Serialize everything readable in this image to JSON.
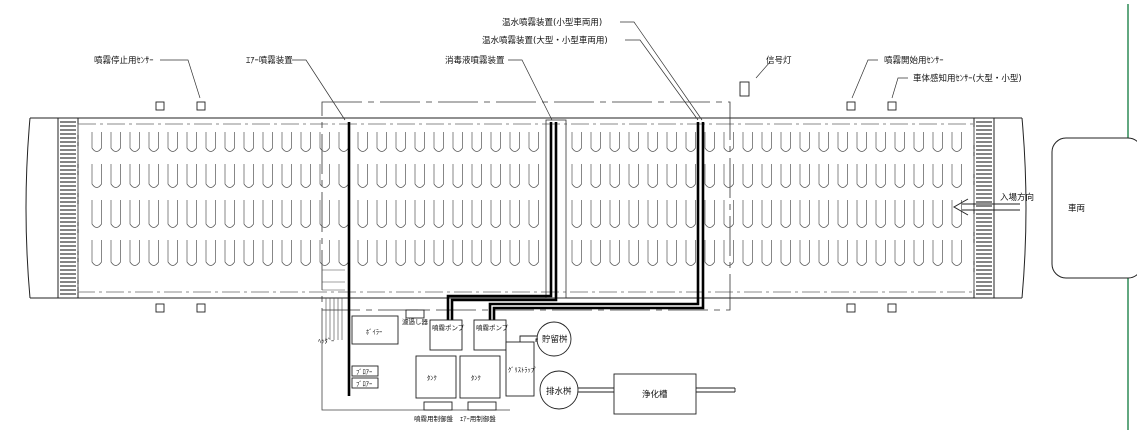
{
  "labels": {
    "spray_stop_sensor": "噴霧停止用ｾﾝｻｰ",
    "air_spray_device": "ｴｱｰ噴霧装置",
    "disinfectant_spray_device": "消毒液噴霧装置",
    "warm_water_small": "温水噴霧装置(小型車両用)",
    "warm_water_large_small": "温水噴霧装置(大型・小型車両用)",
    "signal_light": "信号灯",
    "spray_start_sensor": "噴霧開始用ｾﾝｻｰ",
    "vehicle_sensor": "車体感知用ｾﾝｻｰ(大型・小型)",
    "entry_direction": "入場方向",
    "vehicle": "車両",
    "header": "ﾍｯﾀﾞｰ",
    "boiler": "ﾎﾞｲﾗｰ",
    "filter": "濾過し器",
    "pump_left": "噴霧ポンプ",
    "pump_right": "噴霧ポンプ",
    "blower_1": "ﾌﾞﾛｱｰ",
    "blower_2": "ﾌﾞﾛｱｰ",
    "tank_1": "ﾀﾝｸ",
    "tank_2": "ﾀﾝｸ",
    "grease_trap": "ｸﾞﾘｽﾄﾗｯﾌﾟ",
    "storage_basin": "貯留桝",
    "drain_basin": "排水桝",
    "purification_tank": "浄化槽",
    "spray_control_panel": "噴霧用制御盤",
    "air_control_panel": "ｴｱｰ用制御盤"
  },
  "colors": {
    "line": "#222222",
    "pipe": "#000000",
    "accent_border": "#2e8b57"
  }
}
